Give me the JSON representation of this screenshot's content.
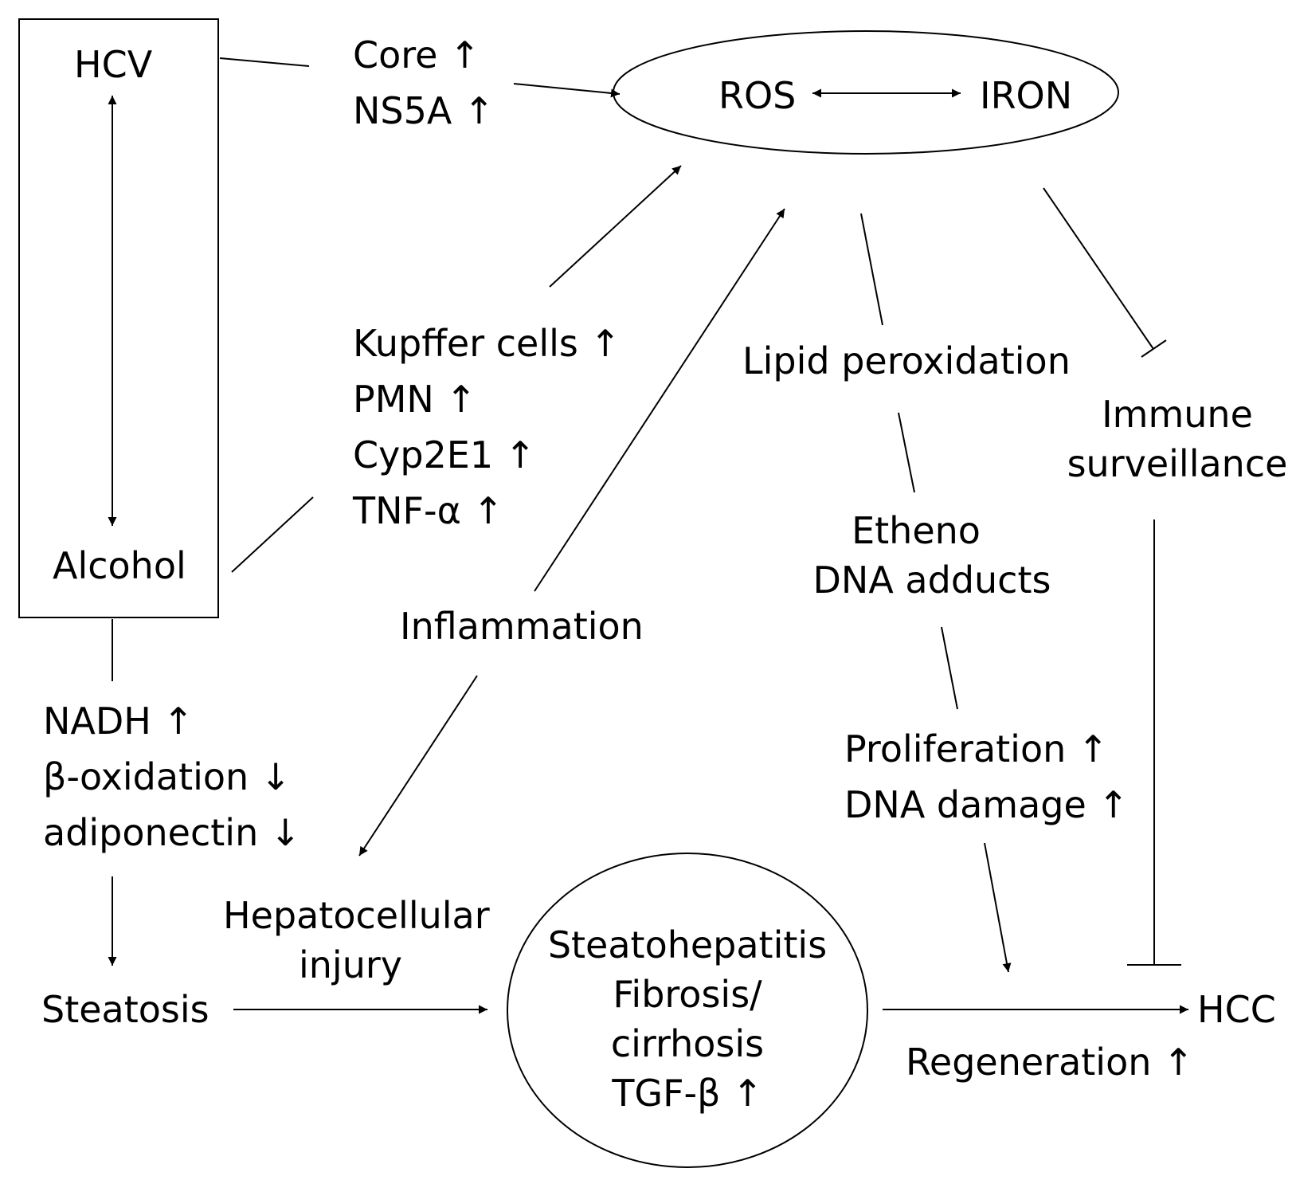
{
  "nodes": {
    "hcv": "HCV",
    "alcohol": "Alcohol",
    "core": "Core ↑",
    "ns5a": "NS5A ↑",
    "ros": "ROS",
    "iron": "IRON",
    "kupffer": "Kupffer cells ↑",
    "pmn": "PMN ↑",
    "cyp2e1": "Cyp2E1 ↑",
    "tnf": "TNF-α ↑",
    "inflammation": "Inflammation",
    "lipid_peroxidation": "Lipid peroxidation",
    "immune_1": "Immune",
    "immune_2": "surveillance",
    "etheno_1": "Etheno",
    "etheno_2": "DNA adducts",
    "nadh": "NADH ↑",
    "beta_oxidation": "β-oxidation ↓",
    "adiponectin": "adiponectin ↓",
    "proliferation": "Proliferation ↑",
    "dna_damage": "DNA damage ↑",
    "hepatocellular_1": "Hepatocellular",
    "hepatocellular_2": "injury",
    "steatosis": "Steatosis",
    "steato_1": "Steatohepatitis",
    "steato_2": "Fibrosis/",
    "steato_3": "cirrhosis",
    "steato_4": "TGF-β ↑",
    "hcc": "HCC",
    "regeneration": "Regeneration ↑"
  }
}
